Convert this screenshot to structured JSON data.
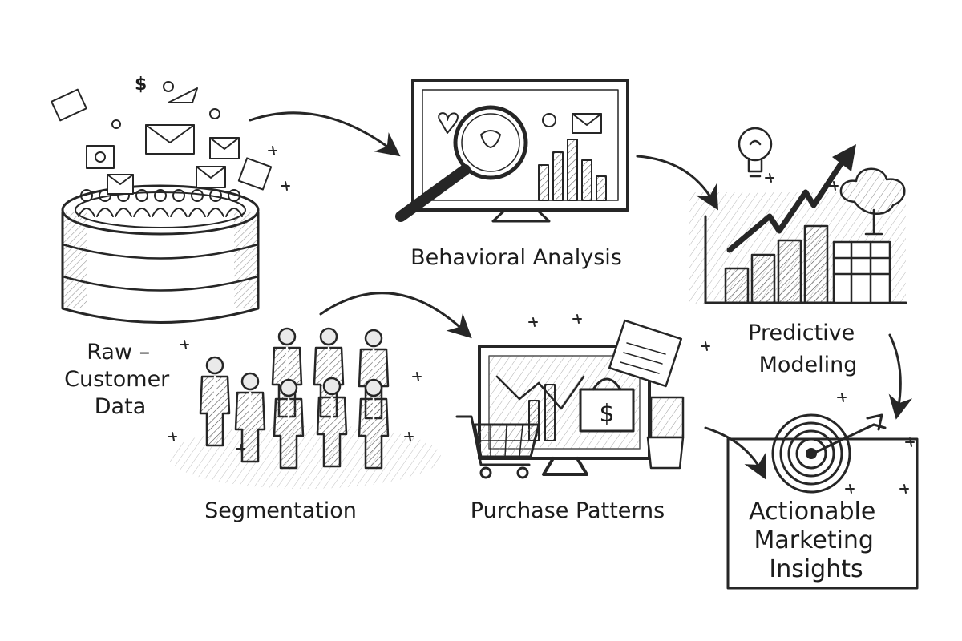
{
  "stages": {
    "raw_data": {
      "lines": [
        "Raw –",
        "Customer",
        "Data"
      ]
    },
    "behavioral_analysis": {
      "label": "Behavioral Analysis"
    },
    "predictive_modeling": {
      "lines": [
        "Predictive",
        "Modeling"
      ]
    },
    "segmentation": {
      "label": "Segmentation"
    },
    "purchase_patterns": {
      "label": "Purchase Patterns"
    },
    "insights": {
      "lines": [
        "Actionable",
        "Marketing",
        "Insights"
      ]
    }
  },
  "symbols": {
    "dollar": "$"
  },
  "colors": {
    "ink": "#262626",
    "paper": "#ffffff",
    "shade": "#d6d6d6",
    "shade_light": "#ececec"
  }
}
